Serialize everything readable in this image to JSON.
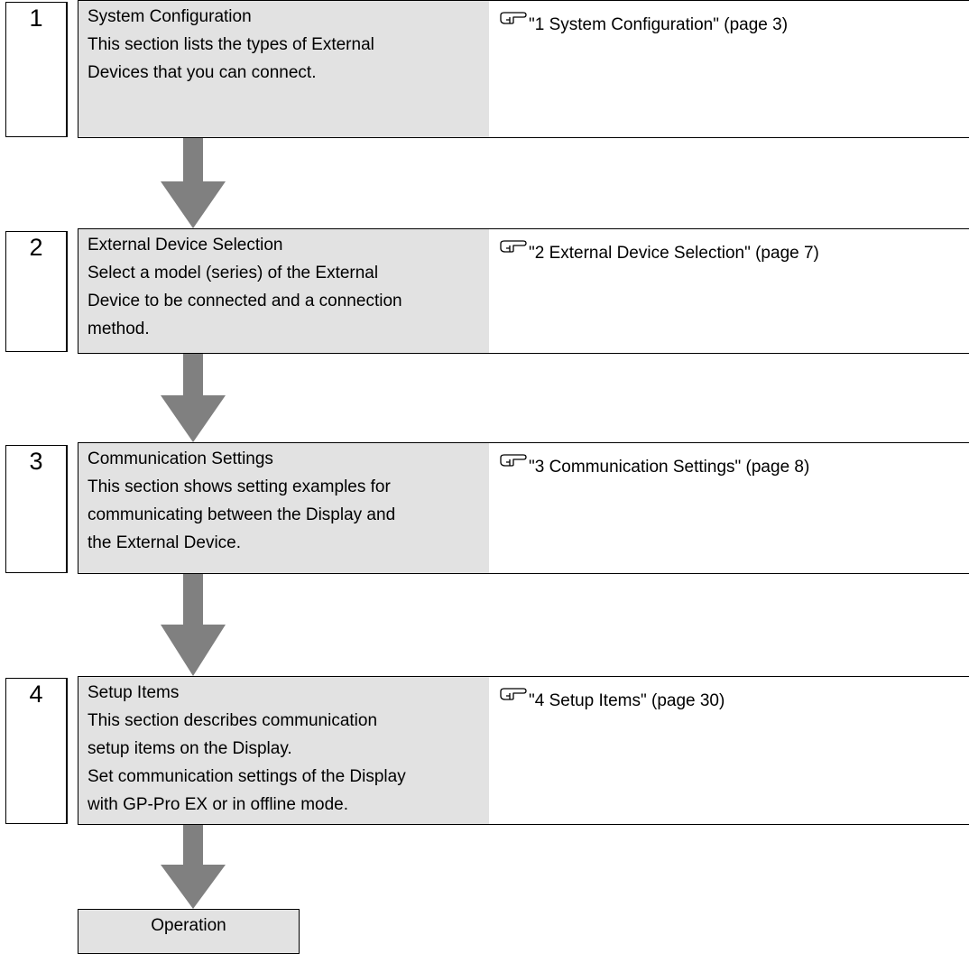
{
  "steps": [
    {
      "number": "1",
      "title": "System Configuration",
      "description_lines": [
        "This section lists the types of External",
        "Devices that you can connect."
      ],
      "reference": "\"1 System Configuration\" (page 3)"
    },
    {
      "number": "2",
      "title": "External Device Selection",
      "description_lines": [
        "Select a model (series) of the External",
        "Device to be connected and a connection",
        "method."
      ],
      "reference": "\"2 External Device Selection\" (page 7)"
    },
    {
      "number": "3",
      "title": "Communication Settings",
      "description_lines": [
        "This section shows setting examples for",
        "communicating between the Display and",
        "the External Device."
      ],
      "reference": "\"3 Communication Settings\" (page 8)"
    },
    {
      "number": "4",
      "title": "Setup Items",
      "description_lines": [
        "This section describes communication",
        "setup items on the Display.",
        "Set communication settings of the Display",
        "with GP-Pro EX or in offline mode."
      ],
      "reference": "\"4 Setup Items\" (page 30)"
    }
  ],
  "final_step": {
    "label": "Operation"
  },
  "colors": {
    "box_fill": "#e2e2e2",
    "arrow": "#808080",
    "border": "#000000"
  },
  "icons": {
    "reference": "pointing-hand-icon",
    "flow": "down-arrow"
  }
}
